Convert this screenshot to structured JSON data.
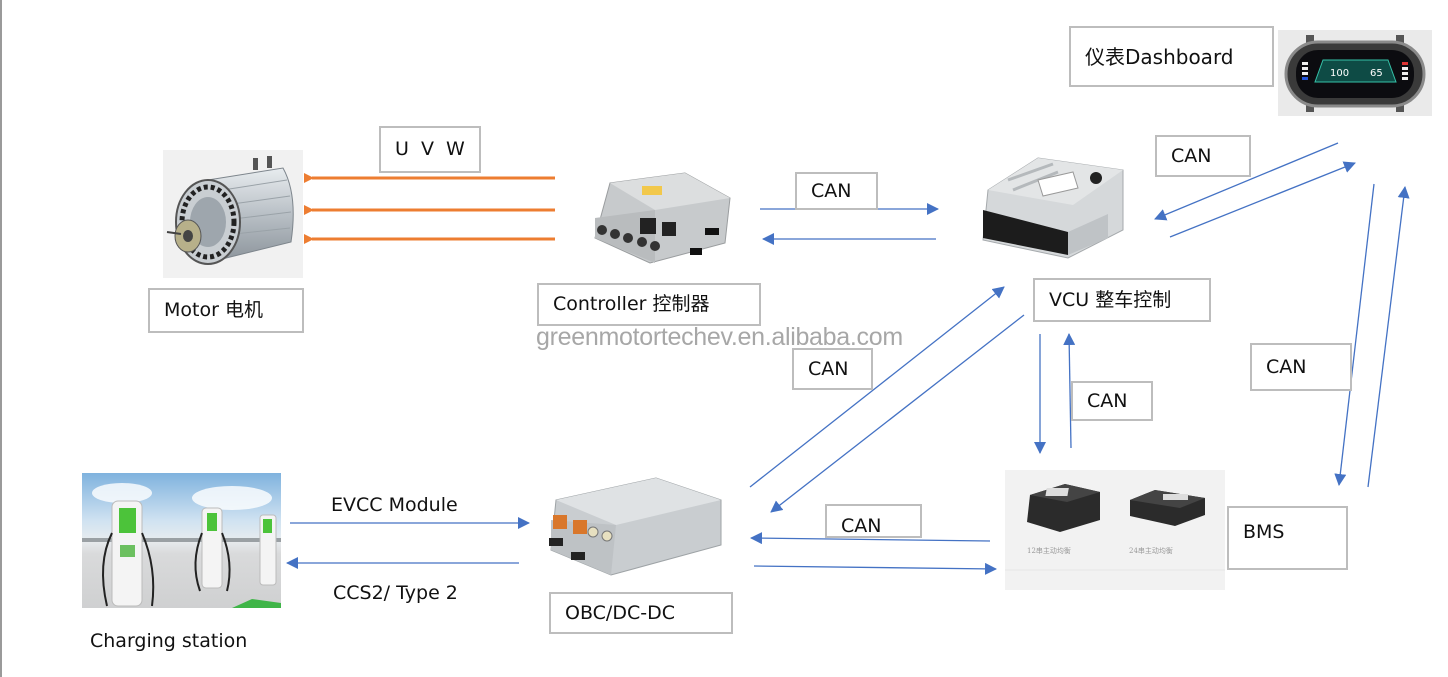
{
  "diagram": {
    "title": "EV powertrain system communication diagram",
    "watermark": "greenmotortechev.en.alibaba.com",
    "colors": {
      "power_arrow": "#ED7D31",
      "can_arrow": "#4472C4",
      "label_border": "#BDBDBD"
    },
    "nodes": {
      "motor": {
        "label": "Motor 电机",
        "icon": "electric-motor-image"
      },
      "controller": {
        "label": "Controller 控制器",
        "icon": "motor-controller-image"
      },
      "vcu": {
        "label": "VCU 整车控制",
        "icon": "vcu-ecu-image"
      },
      "dashboard": {
        "label": "仪表Dashboard",
        "icon": "instrument-cluster-image",
        "speed_left": "100",
        "speed_right": "65"
      },
      "bms": {
        "label": "BMS",
        "icon": "bms-modules-image",
        "caption_left": "12串主动均衡",
        "caption_right": "24串主动均衡"
      },
      "obc": {
        "label": "OBC/DC-DC",
        "icon": "obc-dcdc-image"
      },
      "charging_station": {
        "label": "Charging station",
        "icon": "charging-station-image"
      }
    },
    "links": [
      {
        "from": "controller",
        "to": "motor",
        "label": "U V W",
        "type": "power",
        "lines": 3
      },
      {
        "from": "controller",
        "to": "vcu",
        "label": "CAN",
        "type": "can",
        "bidirectional": true
      },
      {
        "from": "vcu",
        "to": "dashboard",
        "label": "CAN",
        "type": "can",
        "bidirectional": true
      },
      {
        "from": "obc",
        "to": "vcu",
        "label": "CAN",
        "type": "can",
        "bidirectional": true
      },
      {
        "from": "vcu",
        "to": "bms",
        "label": "CAN",
        "type": "can",
        "bidirectional": true
      },
      {
        "from": "dashboard",
        "to": "bms",
        "label": "CAN",
        "type": "can",
        "bidirectional": true
      },
      {
        "from": "bms",
        "to": "obc",
        "label": "CAN",
        "type": "can",
        "bidirectional": true
      },
      {
        "from": "charging_station",
        "to": "obc",
        "label": "EVCC Module",
        "type": "can"
      },
      {
        "from": "obc",
        "to": "charging_station",
        "label": "CCS2/ Type 2",
        "type": "can"
      }
    ]
  }
}
